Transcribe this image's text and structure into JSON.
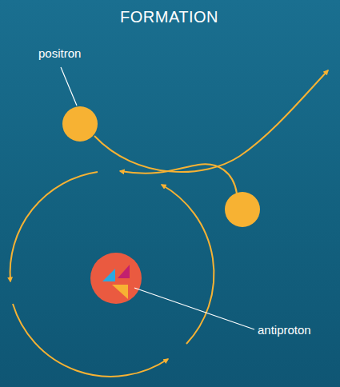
{
  "diagram": {
    "title": "FORMATION",
    "labels": [
      "positron",
      "antiproton"
    ]
  }
}
